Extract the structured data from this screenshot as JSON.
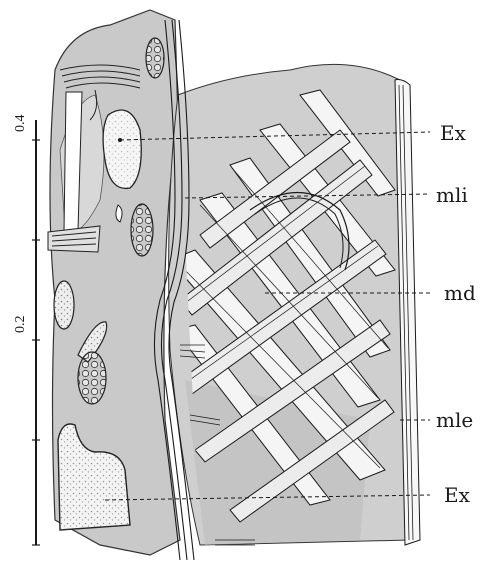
{
  "figure": {
    "labels": {
      "ex_top": "Ex",
      "mli": "mli",
      "md": "md",
      "mle": "mle",
      "ex_bottom": "Ex"
    },
    "scale_bar": {
      "label_top": "0.4",
      "label_mid": "0.2"
    },
    "colors": {
      "background": "#ffffff",
      "tissue": "#c9c9c9",
      "tissue_light": "#dcdcdc",
      "fiber": "#f2f2f2",
      "ink": "#1a1a1a"
    }
  }
}
